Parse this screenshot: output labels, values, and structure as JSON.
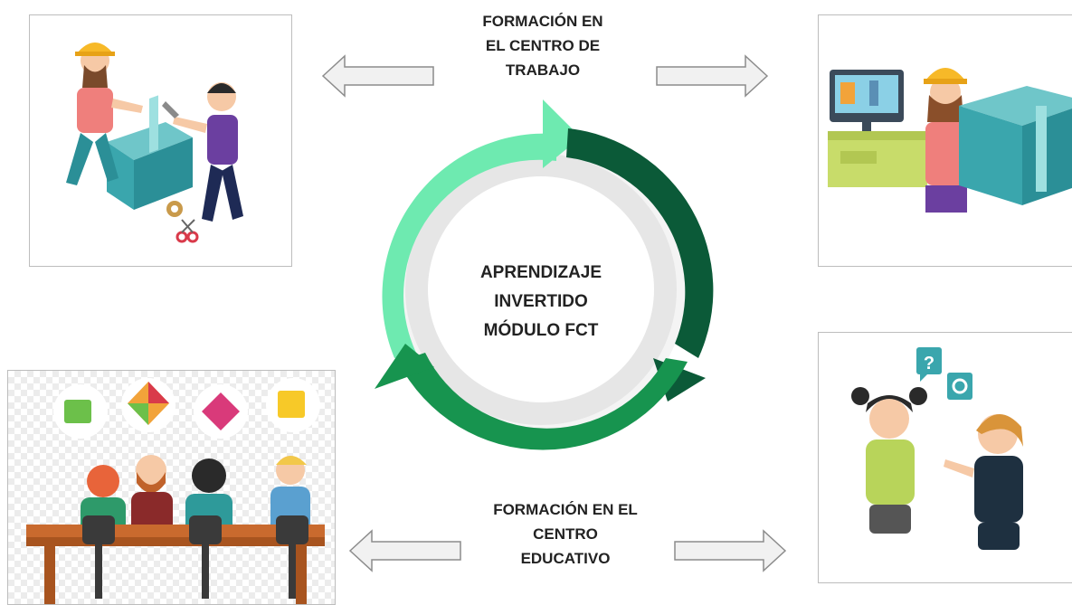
{
  "diagram": {
    "top_label": "FORMACIÓN EN\nEL CENTRO DE\nTRABAJO",
    "center_label": "APRENDIZAJE\nINVERTIDO\nMÓDULO FCT",
    "bottom_label": "FORMACIÓN EN EL\nCENTRO\nEDUCATIVO"
  },
  "colors": {
    "arc_light": "#6eeab0",
    "arc_dark": "#0b5a38",
    "arc_mid": "#17944f",
    "inner_ring": "#e6e6e6",
    "arrow_fill": "#f1f1f1",
    "arrow_stroke": "#8c8c8c"
  },
  "illustrations": {
    "top_left": "workers-assembling-box",
    "top_right": "worker-carrying-box-at-computer",
    "bottom_left": "team-meeting-with-puzzle-pieces",
    "bottom_right": "two-people-talking-with-question-icons"
  }
}
